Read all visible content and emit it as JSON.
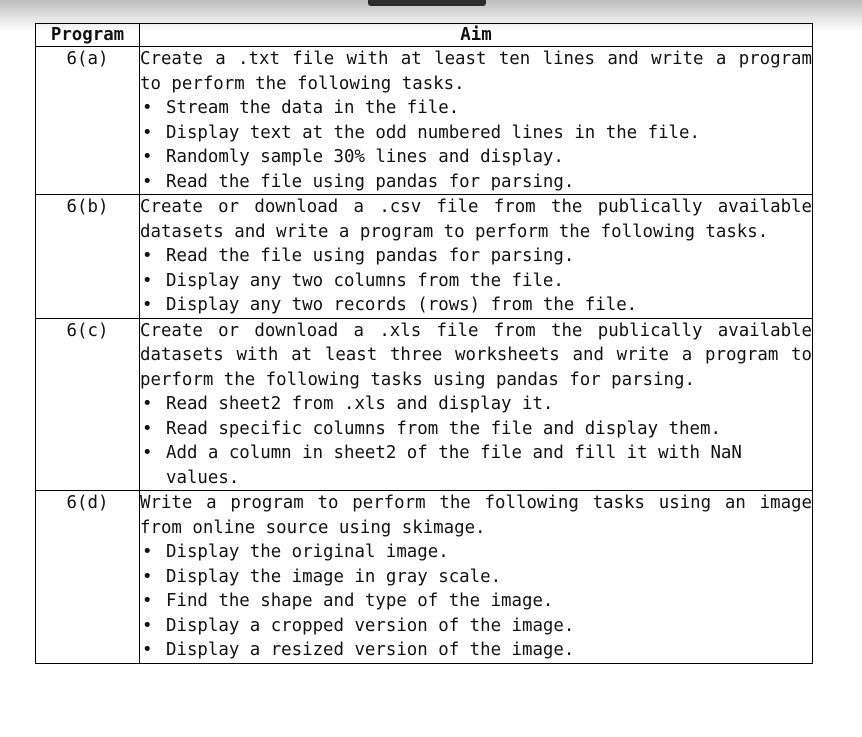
{
  "headers": {
    "program": "Program",
    "aim": "Aim"
  },
  "rows": [
    {
      "program": "6(a)",
      "intro": "Create a .txt file with at least ten lines and write a program to perform the following tasks.",
      "tasks": [
        "Stream the data in the file.",
        "Display text at the odd numbered lines in the file.",
        "Randomly sample 30% lines and display.",
        "Read the file using pandas for parsing."
      ]
    },
    {
      "program": "6(b)",
      "intro": "Create or download a .csv file from the publically available datasets and write a program to perform the following tasks.",
      "tasks": [
        "Read the file using pandas for parsing.",
        "Display any two columns from the file.",
        "Display any two records (rows) from the file."
      ]
    },
    {
      "program": "6(c)",
      "intro": "Create or download a .xls file from the publically available datasets with at least three worksheets and write a program to perform the following tasks using pandas for parsing.",
      "tasks": [
        "Read sheet2 from .xls and display it.",
        "Read specific columns from the file and display them.",
        "Add a column in sheet2 of the file and fill it with NaN values."
      ]
    },
    {
      "program": "6(d)",
      "intro": "Write a program to perform the following tasks using an image from online source using skimage.",
      "tasks": [
        "Display the original image.",
        "Display the image in gray scale.",
        "Find the shape and type of the image.",
        "Display a cropped version of the image.",
        "Display a resized version of the image."
      ]
    }
  ]
}
